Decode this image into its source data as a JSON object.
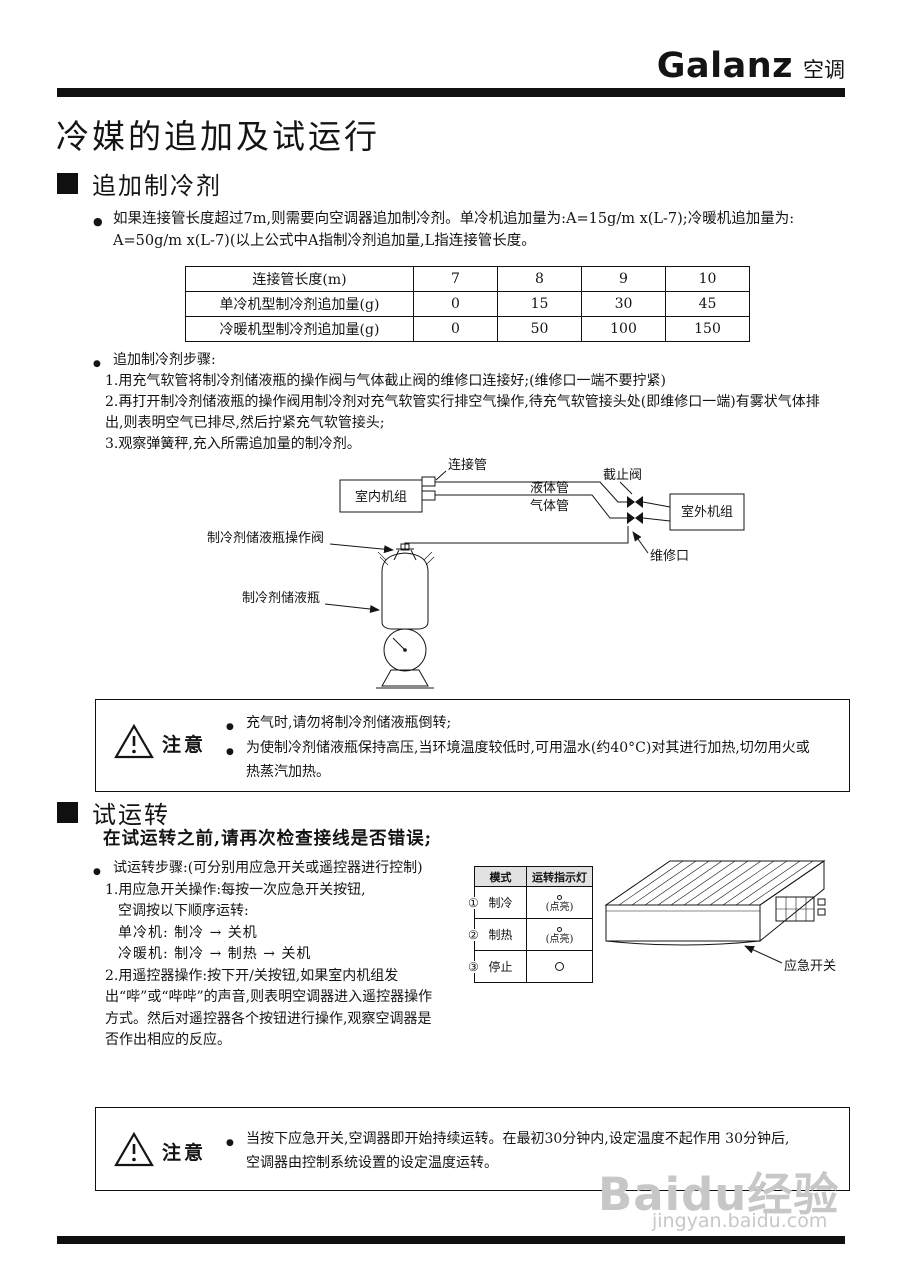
{
  "header": {
    "brand": "Galanz",
    "brand_tag": "空调"
  },
  "page_title": "冷媒的追加及试运行",
  "section_add": {
    "heading": "追加制冷剂",
    "intro_line1": "如果连接管长度超过7m,则需要向空调器追加制冷剂。单冷机追加量为:A=15g/m x(L-7);冷暖机追加量为:",
    "intro_line2": "A=50g/m x(L-7)(以上公式中A指制冷剂追加量,L指连接管长度。",
    "table": {
      "rows": [
        [
          "连接管长度(m)",
          "7",
          "8",
          "9",
          "10"
        ],
        [
          "单冷机型制冷剂追加量(g)",
          "0",
          "15",
          "30",
          "45"
        ],
        [
          "冷暖机型制冷剂追加量(g)",
          "0",
          "50",
          "100",
          "150"
        ]
      ]
    },
    "steps_label": "追加制冷剂步骤:",
    "steps": [
      "1.用充气软管将制冷剂储液瓶的操作阀与气体截止阀的维修口连接好;(维修口一端不要拧紧)",
      "2.再打开制冷剂储液瓶的操作阀用制冷剂对充气软管实行排空气操作,待充气软管接头处(即维修口一端)有雾状气体排出,则表明空气已排尽,然后拧紧充气软管接头;",
      "3.观察弹簧秤,充入所需追加量的制冷剂。"
    ],
    "diagram": {
      "connecting_pipe": "连接管",
      "liquid_pipe": "液体管",
      "gas_pipe": "气体管",
      "stop_valve": "截止阀",
      "indoor_unit": "室内机组",
      "outdoor_unit": "室外机组",
      "service_port": "维修口",
      "bottle_valve": "制冷剂储液瓶操作阀",
      "bottle": "制冷剂储液瓶"
    }
  },
  "notice_add": {
    "label": "注意",
    "items": [
      "充气时,请勿将制冷剂储液瓶倒转;",
      "为使制冷剂储液瓶保持高压,当环境温度较低时,可用温水(约40°C)对其进行加热,切勿用火或热蒸汽加热。"
    ]
  },
  "section_test": {
    "heading": "试运转",
    "subheading": "在试运转之前,请再次检查接线是否错误;",
    "steps_label": "试运转步骤:(可分别用应急开关或遥控器进行控制)",
    "step1_line1": "1.用应急开关操作:每按一次应急开关按钮,",
    "step1_line2": "空调按以下顺序运转:",
    "flow_cool_only": "单冷机: 制冷 → 关机",
    "flow_heat_pump": "冷暖机: 制冷 → 制热 → 关机",
    "step2": "2.用遥控器操作:按下开/关按钮,如果室内机组发出“哔”或“哔哔”的声音,则表明空调器进入遥控器操作方式。然后对遥控器各个按钮进行操作,观察空调器是否作出相应的反应。",
    "mode_table": {
      "headers": [
        "模式",
        "运转指示灯"
      ],
      "rows": [
        {
          "num": "①",
          "mode": "制冷",
          "state": "(点亮)"
        },
        {
          "num": "②",
          "mode": "制热",
          "state": "(点亮)"
        },
        {
          "num": "③",
          "mode": "停止",
          "state": ""
        }
      ]
    },
    "emergency_switch_label": "应急开关"
  },
  "notice_test": {
    "label": "注意",
    "items": [
      "当按下应急开关,空调器即开始持续运转。在最初30分钟内,设定温度不起作用 30分钟后,空调器由控制系统设置的设定温度运转。"
    ]
  },
  "watermark": {
    "line1": "Baidu经验",
    "line2": "jingyan.baidu.com"
  }
}
